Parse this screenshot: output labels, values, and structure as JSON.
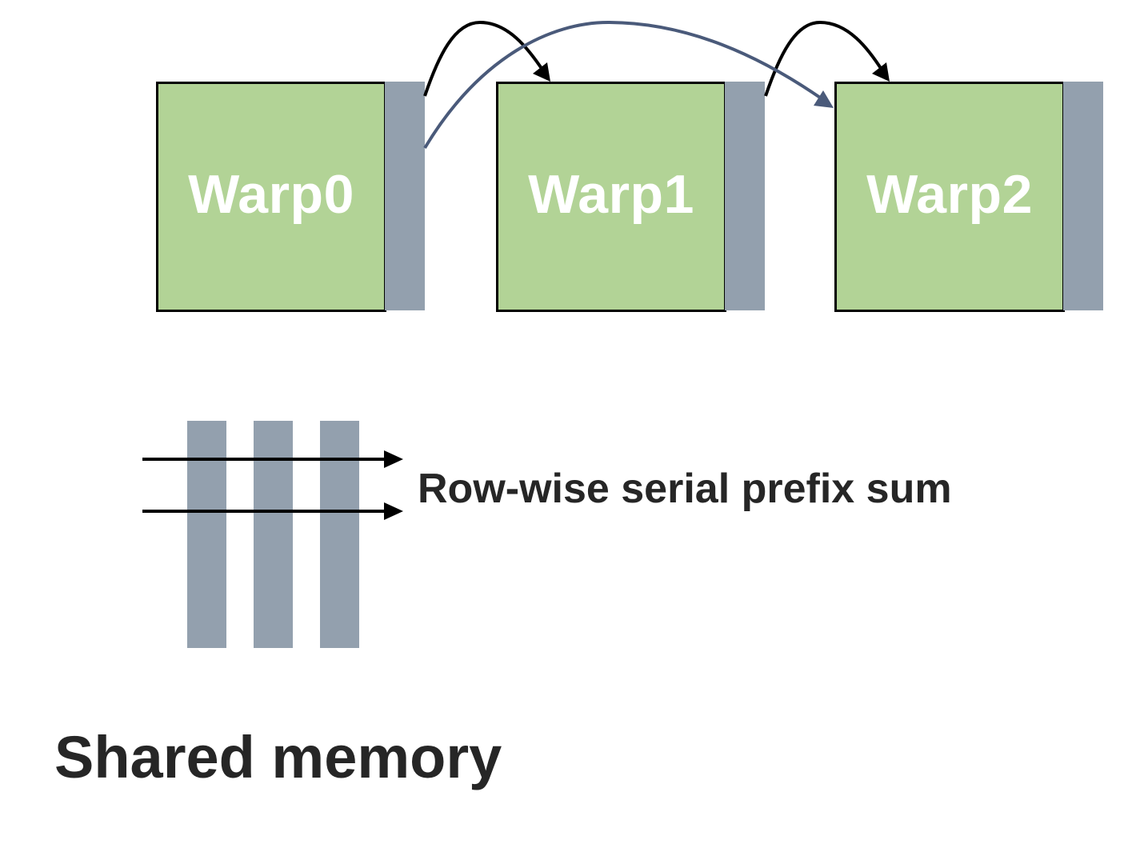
{
  "warps": [
    {
      "label": "Warp0"
    },
    {
      "label": "Warp1"
    },
    {
      "label": "Warp2"
    }
  ],
  "row_caption": "Row-wise serial prefix sum",
  "memory_caption": "Shared memory",
  "colors": {
    "warp_fill": "#b2d396",
    "warp_border": "#000000",
    "strip": "#93a0ae",
    "arrow_local": "#000000",
    "arrow_long": "#4a5a7a",
    "caption_text": "#262626",
    "warp_text": "#ffffff"
  }
}
